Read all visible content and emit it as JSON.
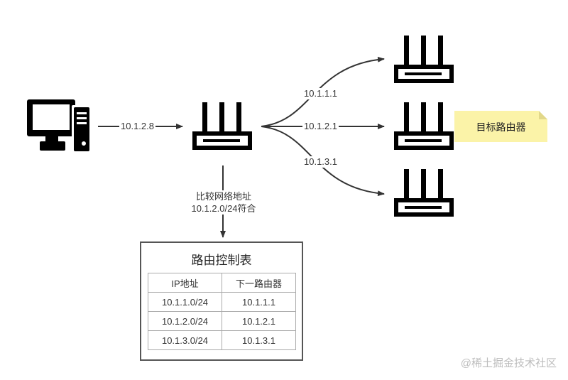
{
  "edges": {
    "pc_to_router": "10.1.2.8",
    "to_router_1": "10.1.1.1",
    "to_router_2": "10.1.2.1",
    "to_router_3": "10.1.3.1"
  },
  "check": {
    "line1": "比较网络地址",
    "line2": "10.1.2.0/24符合"
  },
  "target_note": "目标路由器",
  "routing_table": {
    "title": "路由控制表",
    "headers": [
      "IP地址",
      "下一路由器"
    ],
    "rows": [
      [
        "10.1.1.0/24",
        "10.1.1.1"
      ],
      [
        "10.1.2.0/24",
        "10.1.2.1"
      ],
      [
        "10.1.3.0/24",
        "10.1.3.1"
      ]
    ]
  },
  "watermark": "@稀土掘金技术社区",
  "colors": {
    "icon": "#000000",
    "arrow": "#333333",
    "note": "#fbf3a8",
    "table_border": "#555555"
  }
}
